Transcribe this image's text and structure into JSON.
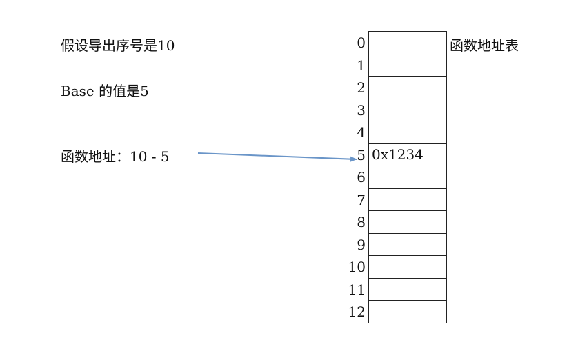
{
  "left_text": {
    "line1": "假设导出序号是10",
    "line2": "Base 的值是5",
    "line3": "函数地址：10 - 5"
  },
  "table": {
    "title": "函数地址表",
    "rows": [
      {
        "index": "0",
        "value": ""
      },
      {
        "index": "1",
        "value": ""
      },
      {
        "index": "2",
        "value": ""
      },
      {
        "index": "3",
        "value": ""
      },
      {
        "index": "4",
        "value": ""
      },
      {
        "index": "5",
        "value": "0x1234"
      },
      {
        "index": "6",
        "value": ""
      },
      {
        "index": "7",
        "value": ""
      },
      {
        "index": "8",
        "value": ""
      },
      {
        "index": "9",
        "value": ""
      },
      {
        "index": "10",
        "value": ""
      },
      {
        "index": "11",
        "value": ""
      },
      {
        "index": "12",
        "value": ""
      }
    ]
  },
  "colors": {
    "arrow": "#6a95c8",
    "border": "#222222"
  }
}
